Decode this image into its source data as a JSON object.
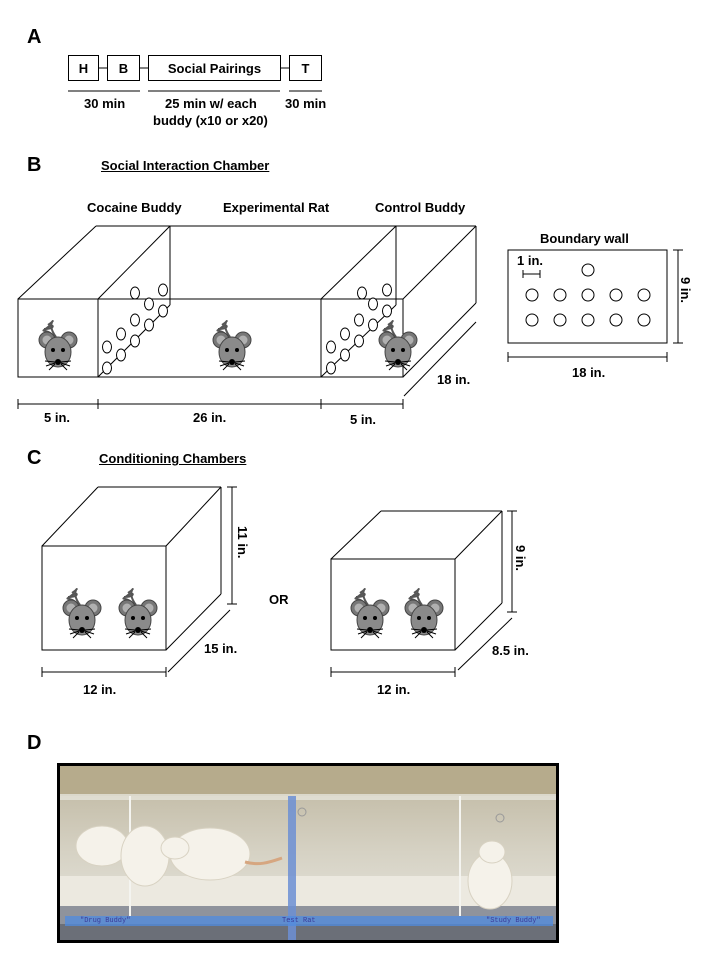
{
  "panels": {
    "a": "A",
    "b": "B",
    "c": "C",
    "d": "D"
  },
  "timeline": {
    "boxes": {
      "h": "H",
      "b": "B",
      "social": "Social Pairings",
      "t": "T"
    },
    "durations": {
      "habituation": "30 min",
      "pairings_line1": "25 min w/ each",
      "pairings_line2": "buddy (x10 or x20)",
      "test": "30 min"
    }
  },
  "chamber": {
    "title": "Social Interaction Chamber",
    "labels": {
      "cocaine": "Cocaine Buddy",
      "experimental": "Experimental Rat",
      "control": "Control Buddy"
    },
    "dims": {
      "left": "5 in.",
      "middle": "26 in.",
      "right": "5 in.",
      "depth": "18 in."
    }
  },
  "wall": {
    "title": "Boundary wall",
    "hole": "1 in.",
    "height": "9 in.",
    "width": "18 in."
  },
  "conditioning": {
    "title": "Conditioning Chambers",
    "or": "OR",
    "big": {
      "height": "11 in.",
      "depth": "15 in.",
      "width": "12 in."
    },
    "small": {
      "height": "9 in.",
      "depth": "8.5 in.",
      "width": "12 in."
    }
  },
  "photo": {
    "labels": {
      "left": "\"Drug Buddy\"",
      "middle": "Test Rat",
      "right": "\"Study Buddy\""
    }
  }
}
